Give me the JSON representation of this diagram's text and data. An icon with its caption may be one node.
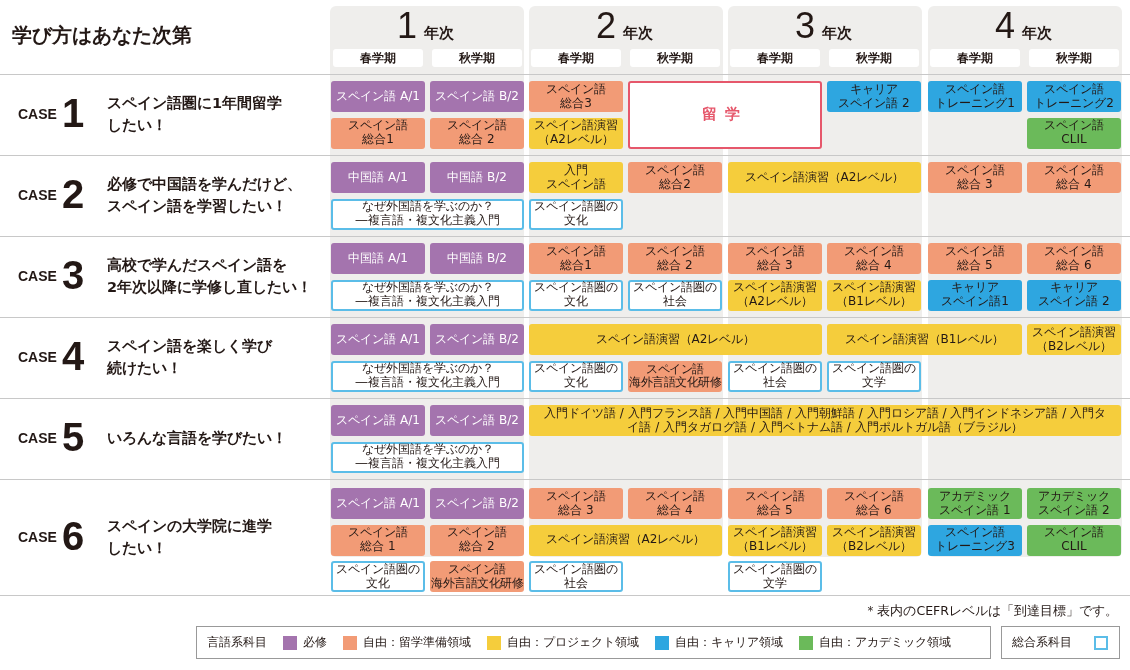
{
  "diagram": {
    "title": "学び方はあなた次第",
    "nodes": [
      {
        "text": [
          "スペイン語 A/1"
        ]
      },
      {
        "text": [
          "スペイン語 B/2"
        ]
      },
      {
        "text": [
          "スペイン語総合3"
        ]
      },
      {
        "text": [
          "留学"
        ]
      },
      {
        "text": [
          "キャリアスペイン語 2"
        ]
      },
      {
        "text": [
          "スペイン語トレーニング1"
        ]
      },
      {
        "text": [
          "スペイン語トレーニング2"
        ]
      },
      {
        "text": [
          "スペイン語総合1"
        ]
      },
      {
        "text": [
          "スペイン語総合 2"
        ]
      },
      {
        "text": [
          "スペイン語演習（A2レベル）"
        ]
      },
      {
        "text": [
          "スペイン語CLIL"
        ]
      },
      {
        "text": [
          "中国語 A/1"
        ]
      },
      {
        "text": [
          "中国語 B/2"
        ]
      },
      {
        "text": [
          "入門スペイン語"
        ]
      },
      {
        "text": [
          "スペイン語総合2"
        ]
      },
      {
        "text": [
          "スペイン語演習（A2レベル）"
        ]
      },
      {
        "text": [
          "スペイン語総合 3"
        ]
      },
      {
        "text": [
          "スペイン語総合 4"
        ]
      },
      {
        "text": [
          "なぜ外国語を学ぶのか？―複言語・複文化主義入門"
        ]
      },
      {
        "text": [
          "スペイン語圏の文化"
        ]
      },
      {
        "text": [
          "中国語 A/1"
        ]
      },
      {
        "text": [
          "中国語 B/2"
        ]
      },
      {
        "text": [
          "スペイン語総合1"
        ]
      },
      {
        "text": [
          "スペイン語総合 2"
        ]
      },
      {
        "text": [
          "スペイン語総合 3"
        ]
      },
      {
        "text": [
          "スペイン語総合 4"
        ]
      },
      {
        "text": [
          "スペイン語総合 5"
        ]
      },
      {
        "text": [
          "スペイン語総合 6"
        ]
      },
      {
        "text": [
          "なぜ外国語を学ぶのか？―複言語・複文化主義入門"
        ]
      },
      {
        "text": [
          "スペイン語圏の文化"
        ]
      },
      {
        "text": [
          "スペイン語圏の社会"
        ]
      },
      {
        "text": [
          "スペイン語演習（A2レベル）"
        ]
      },
      {
        "text": [
          "スペイン語演習（B1レベル）"
        ]
      },
      {
        "text": [
          "キャリアスペイン語1"
        ]
      },
      {
        "text": [
          "キャリアスペイン語 2"
        ]
      },
      {
        "text": [
          "スペイン語 A/1"
        ]
      },
      {
        "text": [
          "スペイン語 B/2"
        ]
      },
      {
        "text": [
          "スペイン語演習（A2レベル）"
        ]
      },
      {
        "text": [
          "スペイン語演習（B1レベル）"
        ]
      },
      {
        "text": [
          "スペイン語演習（B2レベル）"
        ]
      },
      {
        "text": [
          "なぜ外国語を学ぶのか？―複言語・複文化主義入門"
        ]
      },
      {
        "text": [
          "スペイン語圏の文化"
        ]
      },
      {
        "text": [
          "スペイン語海外言語文化研修"
        ]
      },
      {
        "text": [
          "スペイン語圏の社会"
        ]
      },
      {
        "text": [
          "スペイン語圏の文学"
        ]
      },
      {
        "text": [
          "スペイン語 A/1"
        ]
      },
      {
        "text": [
          "スペイン語 B/2"
        ]
      },
      {
        "text": [
          "入門ドイツ語 / 入門フランス語 / 入門中国語 / 入門朝鮮語 / 入門ロシア語 / 入門インドネシア語 / 入門タイ語 / 入門タガログ語 / 入門ベトナム語 / 入門ポルトガル語（ブラジル）"
        ]
      },
      {
        "text": [
          "なぜ外国語を学ぶのか？―複言語・複文化主義入門"
        ]
      },
      {
        "text": [
          "スペイン語 A/1"
        ]
      },
      {
        "text": [
          "スペイン語 B/2"
        ]
      },
      {
        "text": [
          "スペイン語総合 3"
        ]
      },
      {
        "text": [
          "スペイン語総合 4"
        ]
      },
      {
        "text": [
          "スペイン語総合 5"
        ]
      },
      {
        "text": [
          "スペイン語総合 6"
        ]
      },
      {
        "text": [
          "アカデミックスペイン語 1"
        ]
      },
      {
        "text": [
          "アカデミックスペイン語 2"
        ]
      },
      {
        "text": [
          "スペイン語総合 1"
        ]
      },
      {
        "text": [
          "スペイン語総合 2"
        ]
      },
      {
        "text": [
          "スペイン語演習（A2レベル）"
        ]
      },
      {
        "text": [
          "スペイン語演習（B1レベル）"
        ]
      },
      {
        "text": [
          "スペイン語演習（B2レベル）"
        ]
      },
      {
        "text": [
          "スペイン語トレーニング3"
        ]
      },
      {
        "text": [
          "スペイン語CLIL"
        ]
      },
      {
        "text": [
          "スペイン語圏の文化"
        ]
      },
      {
        "text": [
          "スペイン語海外言語文化研修"
        ]
      },
      {
        "text": [
          "スペイン語圏の社会"
        ]
      },
      {
        "text": [
          "スペイン語圏の文学"
        ]
      }
    ],
    "labels": [
      "1",
      "年次",
      "2",
      "年次",
      "3",
      "年次",
      "4",
      "年次",
      "春学期",
      "秋学期",
      "春学期",
      "秋学期",
      "春学期",
      "秋学期",
      "春学期",
      "秋学期",
      "CASE",
      "1",
      "スペイン語圏に1年間留学したい！",
      "CASE",
      "2",
      "必修で中国語を学んだけど、スペイン語を学習したい！",
      "CASE",
      "3",
      "高校で学んだスペイン語を2年次以降に学修し直したい！",
      "CASE",
      "4",
      "スペイン語を楽しく学び続けたい！",
      "CASE",
      "5",
      "いろんな言語を学びたい！",
      "CASE",
      "6",
      "スペインの大学院に進学したい！",
      "＊表内のCEFRレベルは「到達目標」です。",
      "言語系科目"
    ],
    "legend": [
      {
        "text": "必修",
        "color": "#a474ae"
      },
      {
        "text": "自由：留学準備領域",
        "color": "#f29b76"
      },
      {
        "text": "自由：プロジェクト領域",
        "color": "#f5cd3c"
      },
      {
        "text": "自由：キャリア領域",
        "color": "#2ea6e0"
      },
      {
        "text": "自由：アカデミック領域",
        "color": "#6bba5a"
      },
      {
        "text": "総合系科目"
      }
    ]
  }
}
